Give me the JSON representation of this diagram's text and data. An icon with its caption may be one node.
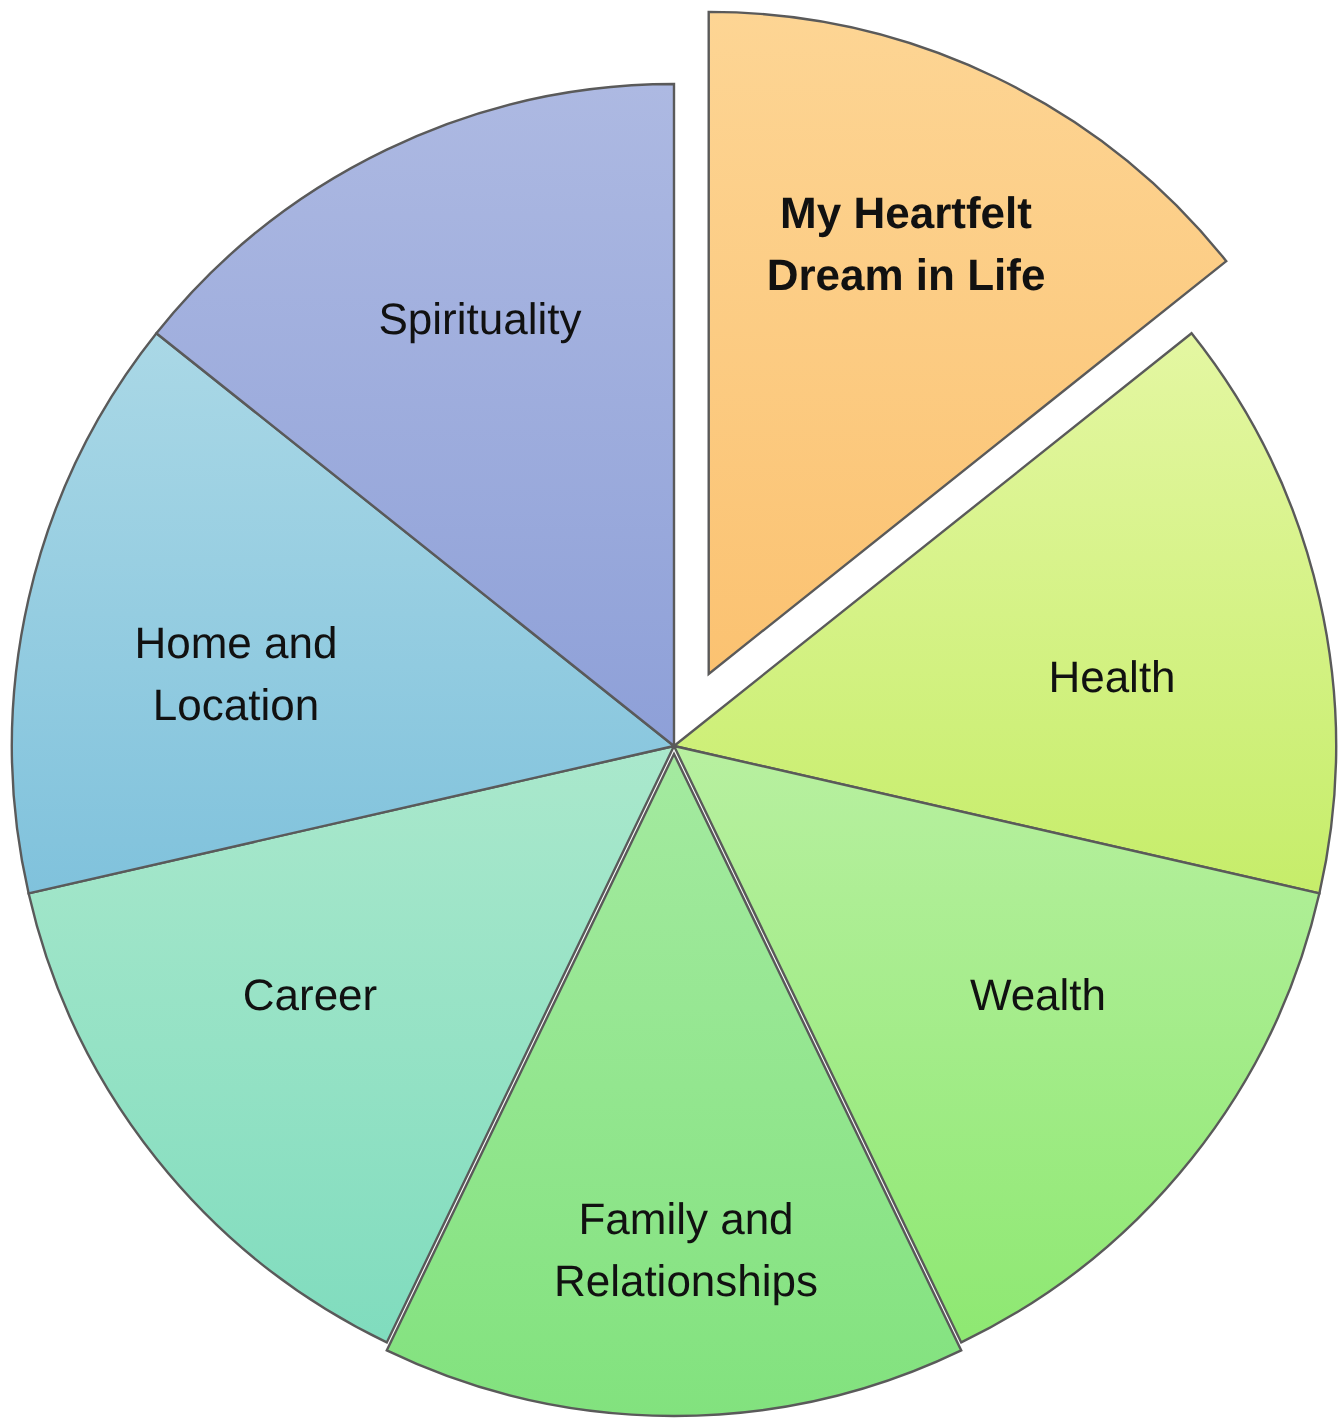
{
  "diagram": {
    "nodes": [
      {
        "text": [
          "My Heartfelt Dream in Life"
        ]
      },
      {
        "text": [
          "Health"
        ]
      },
      {
        "text": [
          "Wealth"
        ]
      },
      {
        "text": [
          "Family and Relationships"
        ]
      },
      {
        "text": [
          "Career"
        ]
      },
      {
        "text": [
          "Home and Location"
        ]
      },
      {
        "text": [
          "Spirituality"
        ]
      }
    ]
  }
}
